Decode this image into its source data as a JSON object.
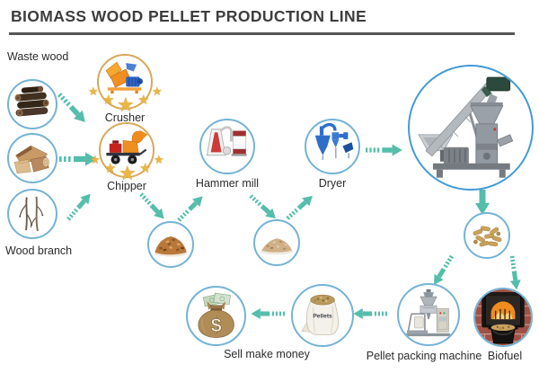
{
  "title": "BIOMASS WOOD PELLET PRODUCTION LINE",
  "labels": {
    "waste_wood": "Waste wood",
    "wood_branch": "Wood branch",
    "crusher": "Crusher",
    "chipper": "Chipper",
    "hammer_mill": "Hammer mill",
    "dryer": "Dryer",
    "pellet_packing_machine": "Pellet packing machine",
    "biofuel": "Biofuel",
    "sell_make_money": "Sell make money"
  },
  "sack_label": "Pellets",
  "money_symbol": "$",
  "icons": {
    "star": "★"
  },
  "star_count_crusher": 5,
  "star_count_chipper": 5,
  "colors": {
    "title_text": "#3d3d3d",
    "title_rule": "#555555",
    "label_text": "#2b2b2b",
    "arrow_teal": "#55bdab",
    "circle_blue_border": "#74b3d6",
    "circle_gold_border": "#d9a85c",
    "big_circle_border": "#429bd6",
    "star_gold": "#eab543"
  },
  "flow_edges": [
    {
      "from": "waste-wood",
      "to": "chipper"
    },
    {
      "from": "firewood",
      "to": "chipper"
    },
    {
      "from": "wood-branch",
      "to": "chipper"
    },
    {
      "from": "chipper",
      "to": "wood-chips"
    },
    {
      "from": "wood-chips",
      "to": "hammer-mill"
    },
    {
      "from": "hammer-mill",
      "to": "sawdust"
    },
    {
      "from": "sawdust",
      "to": "dryer"
    },
    {
      "from": "dryer",
      "to": "pellet-mill"
    },
    {
      "from": "pellet-mill",
      "to": "pellets"
    },
    {
      "from": "pellets",
      "to": "pellet-packing-machine"
    },
    {
      "from": "pellets",
      "to": "biofuel"
    },
    {
      "from": "pellet-packing-machine",
      "to": "pellets-sack"
    },
    {
      "from": "pellets-sack",
      "to": "money-bag"
    }
  ]
}
